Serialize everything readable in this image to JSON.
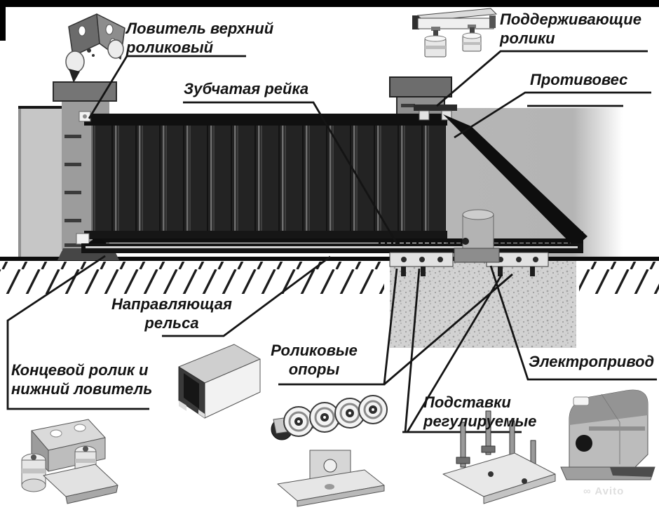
{
  "labels": {
    "upper_catcher": {
      "lines": [
        "Ловитель верхний",
        "роликовый"
      ]
    },
    "gear_rack": {
      "lines": [
        "Зубчатая рейка"
      ]
    },
    "support_rollers": {
      "lines": [
        "Поддерживающие",
        "ролики"
      ]
    },
    "counterweight": {
      "lines": [
        "Противовес"
      ]
    },
    "guide_rail": {
      "lines": [
        "Направляющая",
        "рельса"
      ]
    },
    "end_catcher": {
      "lines": [
        "Концевой ролик и",
        "нижний ловитель"
      ]
    },
    "roller_supports": {
      "lines": [
        "Роликовые",
        "опоры"
      ]
    },
    "drive": {
      "lines": [
        "Электропривод"
      ]
    },
    "stands": {
      "lines": [
        "Подставки",
        "регулируемые"
      ]
    }
  },
  "watermark": {
    "prefix": "∞",
    "text": "Avito"
  },
  "icons": [
    "upper-roller-catcher-icon",
    "supporting-rollers-icon",
    "rail-profile-icon",
    "roller-carriage-icon",
    "adjustable-stand-icon",
    "drive-unit-icon",
    "lower-catcher-icon"
  ],
  "colors": {
    "ink": "#121212",
    "left_wall": "#c6c6c6",
    "right_wall": "#b6b6b6",
    "pillar": "#9c9c9c",
    "gate_panel": "#232323",
    "foundation": "#d2d2d2",
    "background": "#ffffff"
  }
}
